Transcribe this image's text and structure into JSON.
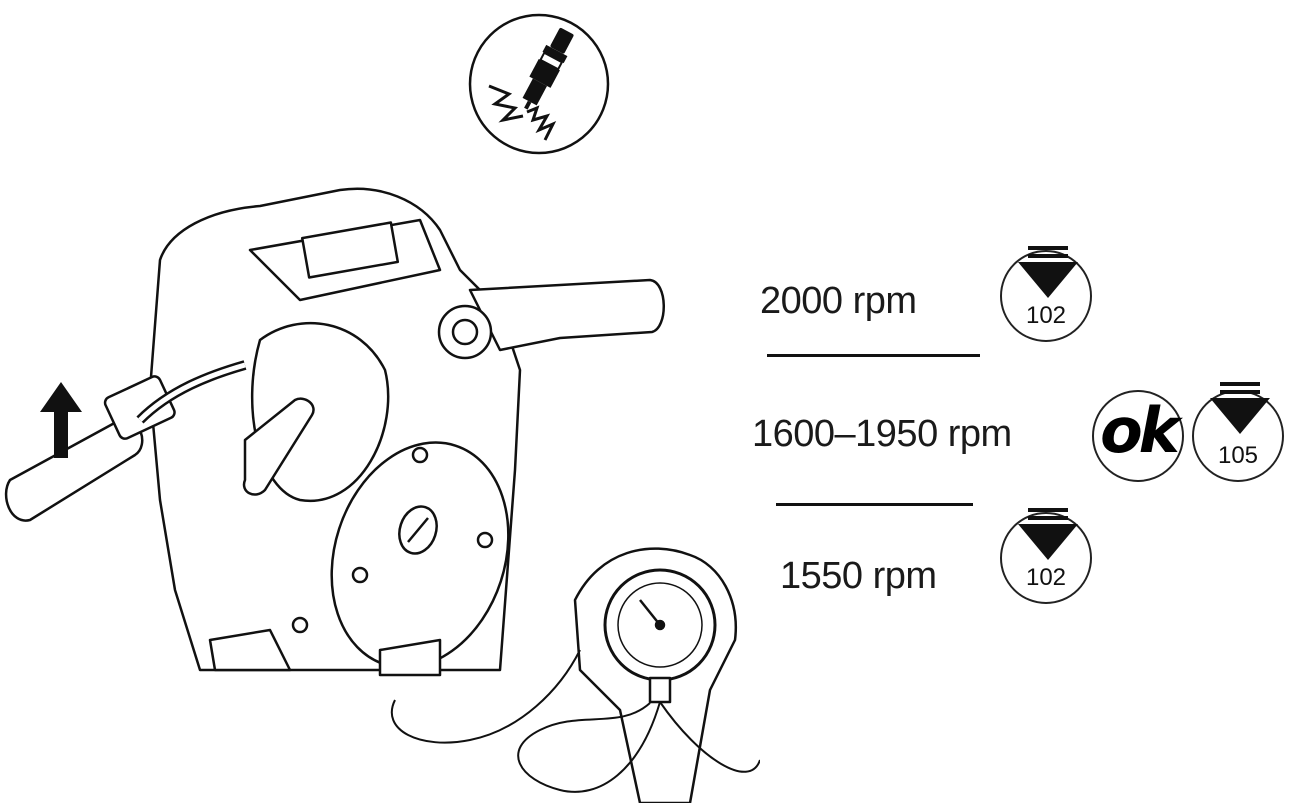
{
  "steps": [
    {
      "rpm_label": "2000 rpm",
      "action_icon": "arrow-down-icon",
      "ref_number": "102"
    },
    {
      "rpm_label": "1600–1950 rpm",
      "status_icon": "ok-icon",
      "status_text": "ok",
      "action_icon": "arrow-down-icon",
      "ref_number": "105"
    },
    {
      "rpm_label": "1550 rpm",
      "action_icon": "arrow-down-icon",
      "ref_number": "102"
    }
  ],
  "icons": {
    "spark_plug": "spark-plug-icon",
    "lift_arrow": "arrow-up-icon",
    "gauge": "tachometer-gauge-icon"
  },
  "colors": {
    "line": "#000000",
    "background": "#ffffff",
    "text": "#1a1a1a"
  }
}
